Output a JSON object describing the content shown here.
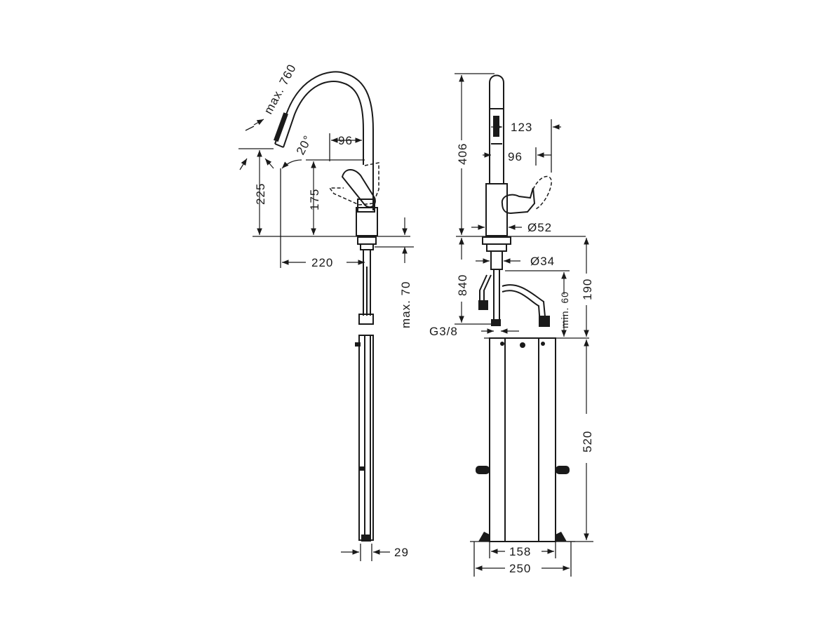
{
  "side_view": {
    "dimensions": {
      "max_760": "max. 760",
      "angle_20": "20°",
      "d_96": "96",
      "d_225": "225",
      "d_175": "175",
      "d_220": "220",
      "max_70": "max. 70",
      "d_29": "29"
    }
  },
  "front_view": {
    "dimensions": {
      "d_406": "406",
      "d_123": "123",
      "d_96": "96",
      "dia_52": "Ø52",
      "d_840": "840",
      "dia_34": "Ø34",
      "min_60": "min. 60",
      "d_190": "190",
      "g38": "G3/8",
      "d_520": "520",
      "d_158": "158",
      "d_250": "250"
    }
  }
}
